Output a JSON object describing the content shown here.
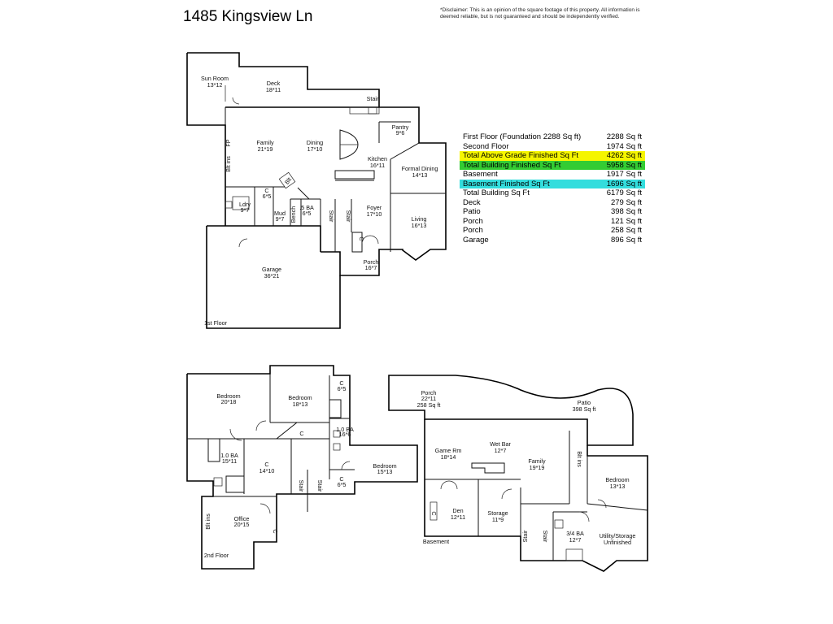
{
  "header": {
    "address": "1485 Kingsview Ln",
    "disclaimer": "*Disclaimer: This is an opinion of the square footage of this property. All information is deemed reliable, but is not guaranteed and should be independently verified."
  },
  "colors": {
    "yellow": "#f5f500",
    "green": "#33cc33",
    "cyan": "#33dddd",
    "wall": "#000000"
  },
  "square_footage": [
    {
      "label": "First Floor (Foundation 2288 Sq ft)",
      "value": "2288 Sq ft",
      "highlight": ""
    },
    {
      "label": "Second Floor",
      "value": "1974 Sq ft",
      "highlight": ""
    },
    {
      "label": "Total Above Grade Finished Sq Ft",
      "value": "4262 Sq ft",
      "highlight": "yellow"
    },
    {
      "label": "Total Building Finished Sq Ft",
      "value": "5958 Sq ft",
      "highlight": "green"
    },
    {
      "label": "Basement",
      "value": "1917 Sq ft",
      "highlight": ""
    },
    {
      "label": "Basement Finished Sq Ft",
      "value": "1696 Sq ft",
      "highlight": "cyan"
    },
    {
      "label": "Total Building Sq Ft",
      "value": "6179 Sq ft",
      "highlight": ""
    },
    {
      "label": "Deck",
      "value": "279 Sq ft",
      "highlight": ""
    },
    {
      "label": "Patio",
      "value": "398 Sq ft",
      "highlight": ""
    },
    {
      "label": "Porch",
      "value": "121 Sq ft",
      "highlight": ""
    },
    {
      "label": "Porch",
      "value": "258 Sq ft",
      "highlight": ""
    },
    {
      "label": "Garage",
      "value": "896 Sq ft",
      "highlight": ""
    }
  ],
  "first_floor": {
    "floor_label": "1st Floor",
    "sun_room": {
      "name": "Sun Room",
      "dims": "13*12"
    },
    "deck": {
      "name": "Deck",
      "dims": "18*11"
    },
    "stair_top": "Stair",
    "pantry": {
      "name": "Pantry",
      "dims": "9*6"
    },
    "family": {
      "name": "Family",
      "dims": "21*19"
    },
    "dining": {
      "name": "Dining",
      "dims": "17*10"
    },
    "kitchen": {
      "name": "Kitchen",
      "dims": "16*11"
    },
    "formal_dining": {
      "name": "Formal Dining",
      "dims": "14*13"
    },
    "fp": "FP",
    "blt_ins": "Blt ins",
    "closet": {
      "name": "C",
      "dims": "6*5"
    },
    "blt": "Blt",
    "laundry": {
      "name": "Ldry",
      "dims": "9*7"
    },
    "bench": "Bench",
    "mud": {
      "name": "Mud",
      "dims": "9*7"
    },
    "half_bath": {
      "name": ".5 BA",
      "dims": "6*5"
    },
    "stair_a": "Stair",
    "stair_b": "Stair",
    "foyer": {
      "name": "Foyer",
      "dims": "17*10"
    },
    "living": {
      "name": "Living",
      "dims": "16*13"
    },
    "foyer_closet": "C",
    "porch": {
      "name": "Porch",
      "dims": "16*7"
    },
    "garage": {
      "name": "Garage",
      "dims": "36*21"
    }
  },
  "second_floor": {
    "floor_label": "2nd Floor",
    "bedroom1": {
      "name": "Bedroom",
      "dims": "20*18"
    },
    "bedroom2": {
      "name": "Bedroom",
      "dims": "18*13"
    },
    "closet1": {
      "name": "C",
      "dims": "6*5"
    },
    "bath1": {
      "name": "1.0 BA",
      "dims": "16*6"
    },
    "closet_small": "C",
    "bath2": {
      "name": "1.0 BA",
      "dims": "15*11"
    },
    "closet2": {
      "name": "C",
      "dims": "14*10"
    },
    "bedroom3": {
      "name": "Bedroom",
      "dims": "15*13"
    },
    "closet3": {
      "name": "C",
      "dims": "6*5"
    },
    "stair_a": "Stair",
    "stair_b": "Stair",
    "blt_ins": "Blt ins",
    "office": {
      "name": "Office",
      "dims": "20*15"
    },
    "office_closet": "C"
  },
  "basement": {
    "floor_label": "Basement",
    "porch": {
      "name": "Porch",
      "dims": "22*11",
      "area": "258 Sq ft"
    },
    "patio": {
      "name": "Patio",
      "area": "398 Sq ft"
    },
    "game_room": {
      "name": "Game Rm",
      "dims": "18*14"
    },
    "wet_bar": {
      "name": "Wet Bar",
      "dims": "12*7"
    },
    "family": {
      "name": "Family",
      "dims": "19*19"
    },
    "blt_ins": "Blt ins",
    "bedroom": {
      "name": "Bedroom",
      "dims": "13*13"
    },
    "den": {
      "name": "Den",
      "dims": "12*11"
    },
    "storage": {
      "name": "Storage",
      "dims": "11*9"
    },
    "closet": "C",
    "stair_a": "Stair",
    "stair_b": "Stair",
    "bath": {
      "name": "3/4 BA",
      "dims": "12*7"
    },
    "utility": {
      "name": "Utility/Storage",
      "status": "Unfinished"
    }
  }
}
